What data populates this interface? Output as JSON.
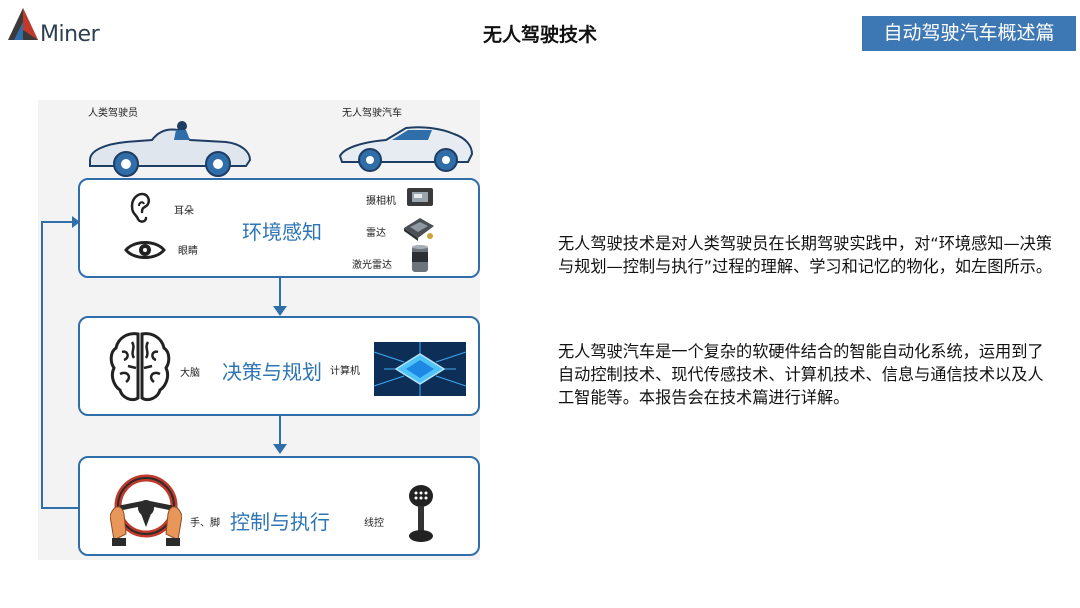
{
  "header": {
    "logo_text": "Miner",
    "page_title": "无人驾驶技术",
    "section_tag": "自动驾驶汽车概述篇"
  },
  "diagram": {
    "human_driver_caption": "人类驾驶员",
    "autonomous_car_caption": "无人驾驶汽车",
    "perception": {
      "title": "环境感知",
      "human_senses": [
        "耳朵",
        "眼睛"
      ],
      "sensors": [
        "摄相机",
        "雷达",
        "激光雷达"
      ]
    },
    "decision": {
      "title": "决策与规划",
      "human_organ": "大脑",
      "machine": "计算机"
    },
    "control": {
      "title": "控制与执行",
      "human_organ": "手、脚",
      "machine": "线控"
    }
  },
  "text": {
    "paragraph_1": "无人驾驶技术是对人类驾驶员在长期驾驶实践中，对“环境感知—决策与规划—控制与执行”过程的理解、学习和记忆的物化，如左图所示。",
    "paragraph_2": "无人驾驶汽车是一个复杂的软硬件结合的智能自动化系统，运用到了自动控制技术、现代传感技术、计算机技术、信息与通信技术以及人工智能等。本报告会在技术篇进行详解。"
  },
  "colors": {
    "accent": "#3d78b4",
    "box_border": "#2f6ea8",
    "title_blue": "#2e75b6",
    "diagram_bg": "#f3f3f4"
  }
}
